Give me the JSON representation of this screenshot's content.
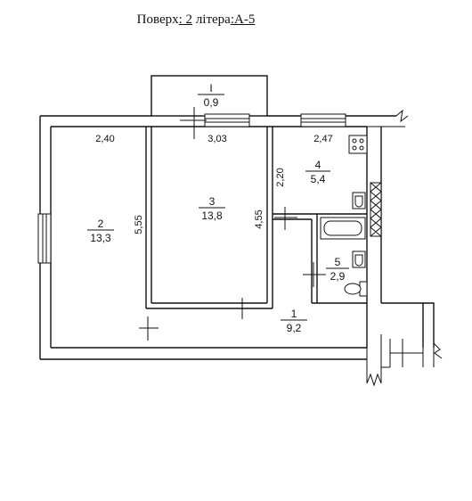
{
  "header": {
    "prefix": "Поверх",
    "floor": ": 2",
    "middle": " літера",
    "letter": ":А-5"
  },
  "rooms": [
    {
      "id": "I",
      "area": "0,9"
    },
    {
      "id": "2",
      "area": "13,3"
    },
    {
      "id": "3",
      "area": "13,8"
    },
    {
      "id": "4",
      "area": "5,4"
    },
    {
      "id": "5",
      "area": "2,9"
    },
    {
      "id": "1",
      "area": "9,2"
    }
  ],
  "dimensions": {
    "room2_width": "2,40",
    "room3_width": "3,03",
    "room4_width": "2,47",
    "room2_length": "5,55",
    "room3_length": "4,55",
    "room4_length": "2,20"
  }
}
